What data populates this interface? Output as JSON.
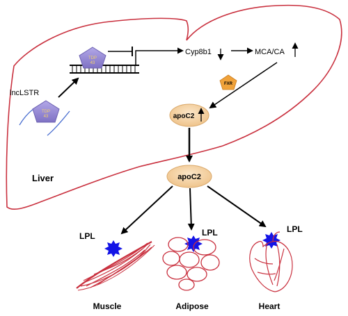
{
  "labels": {
    "lncrna": "lncLSTR",
    "tdp43_a": "TDP",
    "tdp43_b": "43",
    "cyp8b1": "Cyp8b1",
    "mca_ca": "MCA/CA",
    "fxr": "FXR",
    "apoc2_liver": "apoC2",
    "apoc2_blood": "apoC2",
    "liver": "Liver",
    "lpl_muscle": "LPL",
    "lpl_adipose": "LPL",
    "lpl_heart": "LPL",
    "muscle": "Muscle",
    "adipose": "Adipose",
    "heart": "Heart"
  },
  "colors": {
    "liver_outline": "#c9303e",
    "tdp43_fill": "#9b8fd6",
    "tdp43_text": "#f5d36a",
    "fxr_fill": "#f0a23a",
    "apoc2_fill": "#f6d2a3",
    "apoc2_stroke": "#d9a86a",
    "lpl_fill": "#1414e6",
    "tissue_stroke": "#c9303e",
    "rna_strand": "#4a6fd0"
  },
  "icons": {
    "tdp43": "pentagon-protein-icon",
    "fxr": "pentagon-receptor-icon",
    "lpl": "starburst-enzyme-icon",
    "muscle": "muscle-fiber-icon",
    "adipose": "adipocyte-cluster-icon",
    "heart": "heart-organ-icon"
  }
}
